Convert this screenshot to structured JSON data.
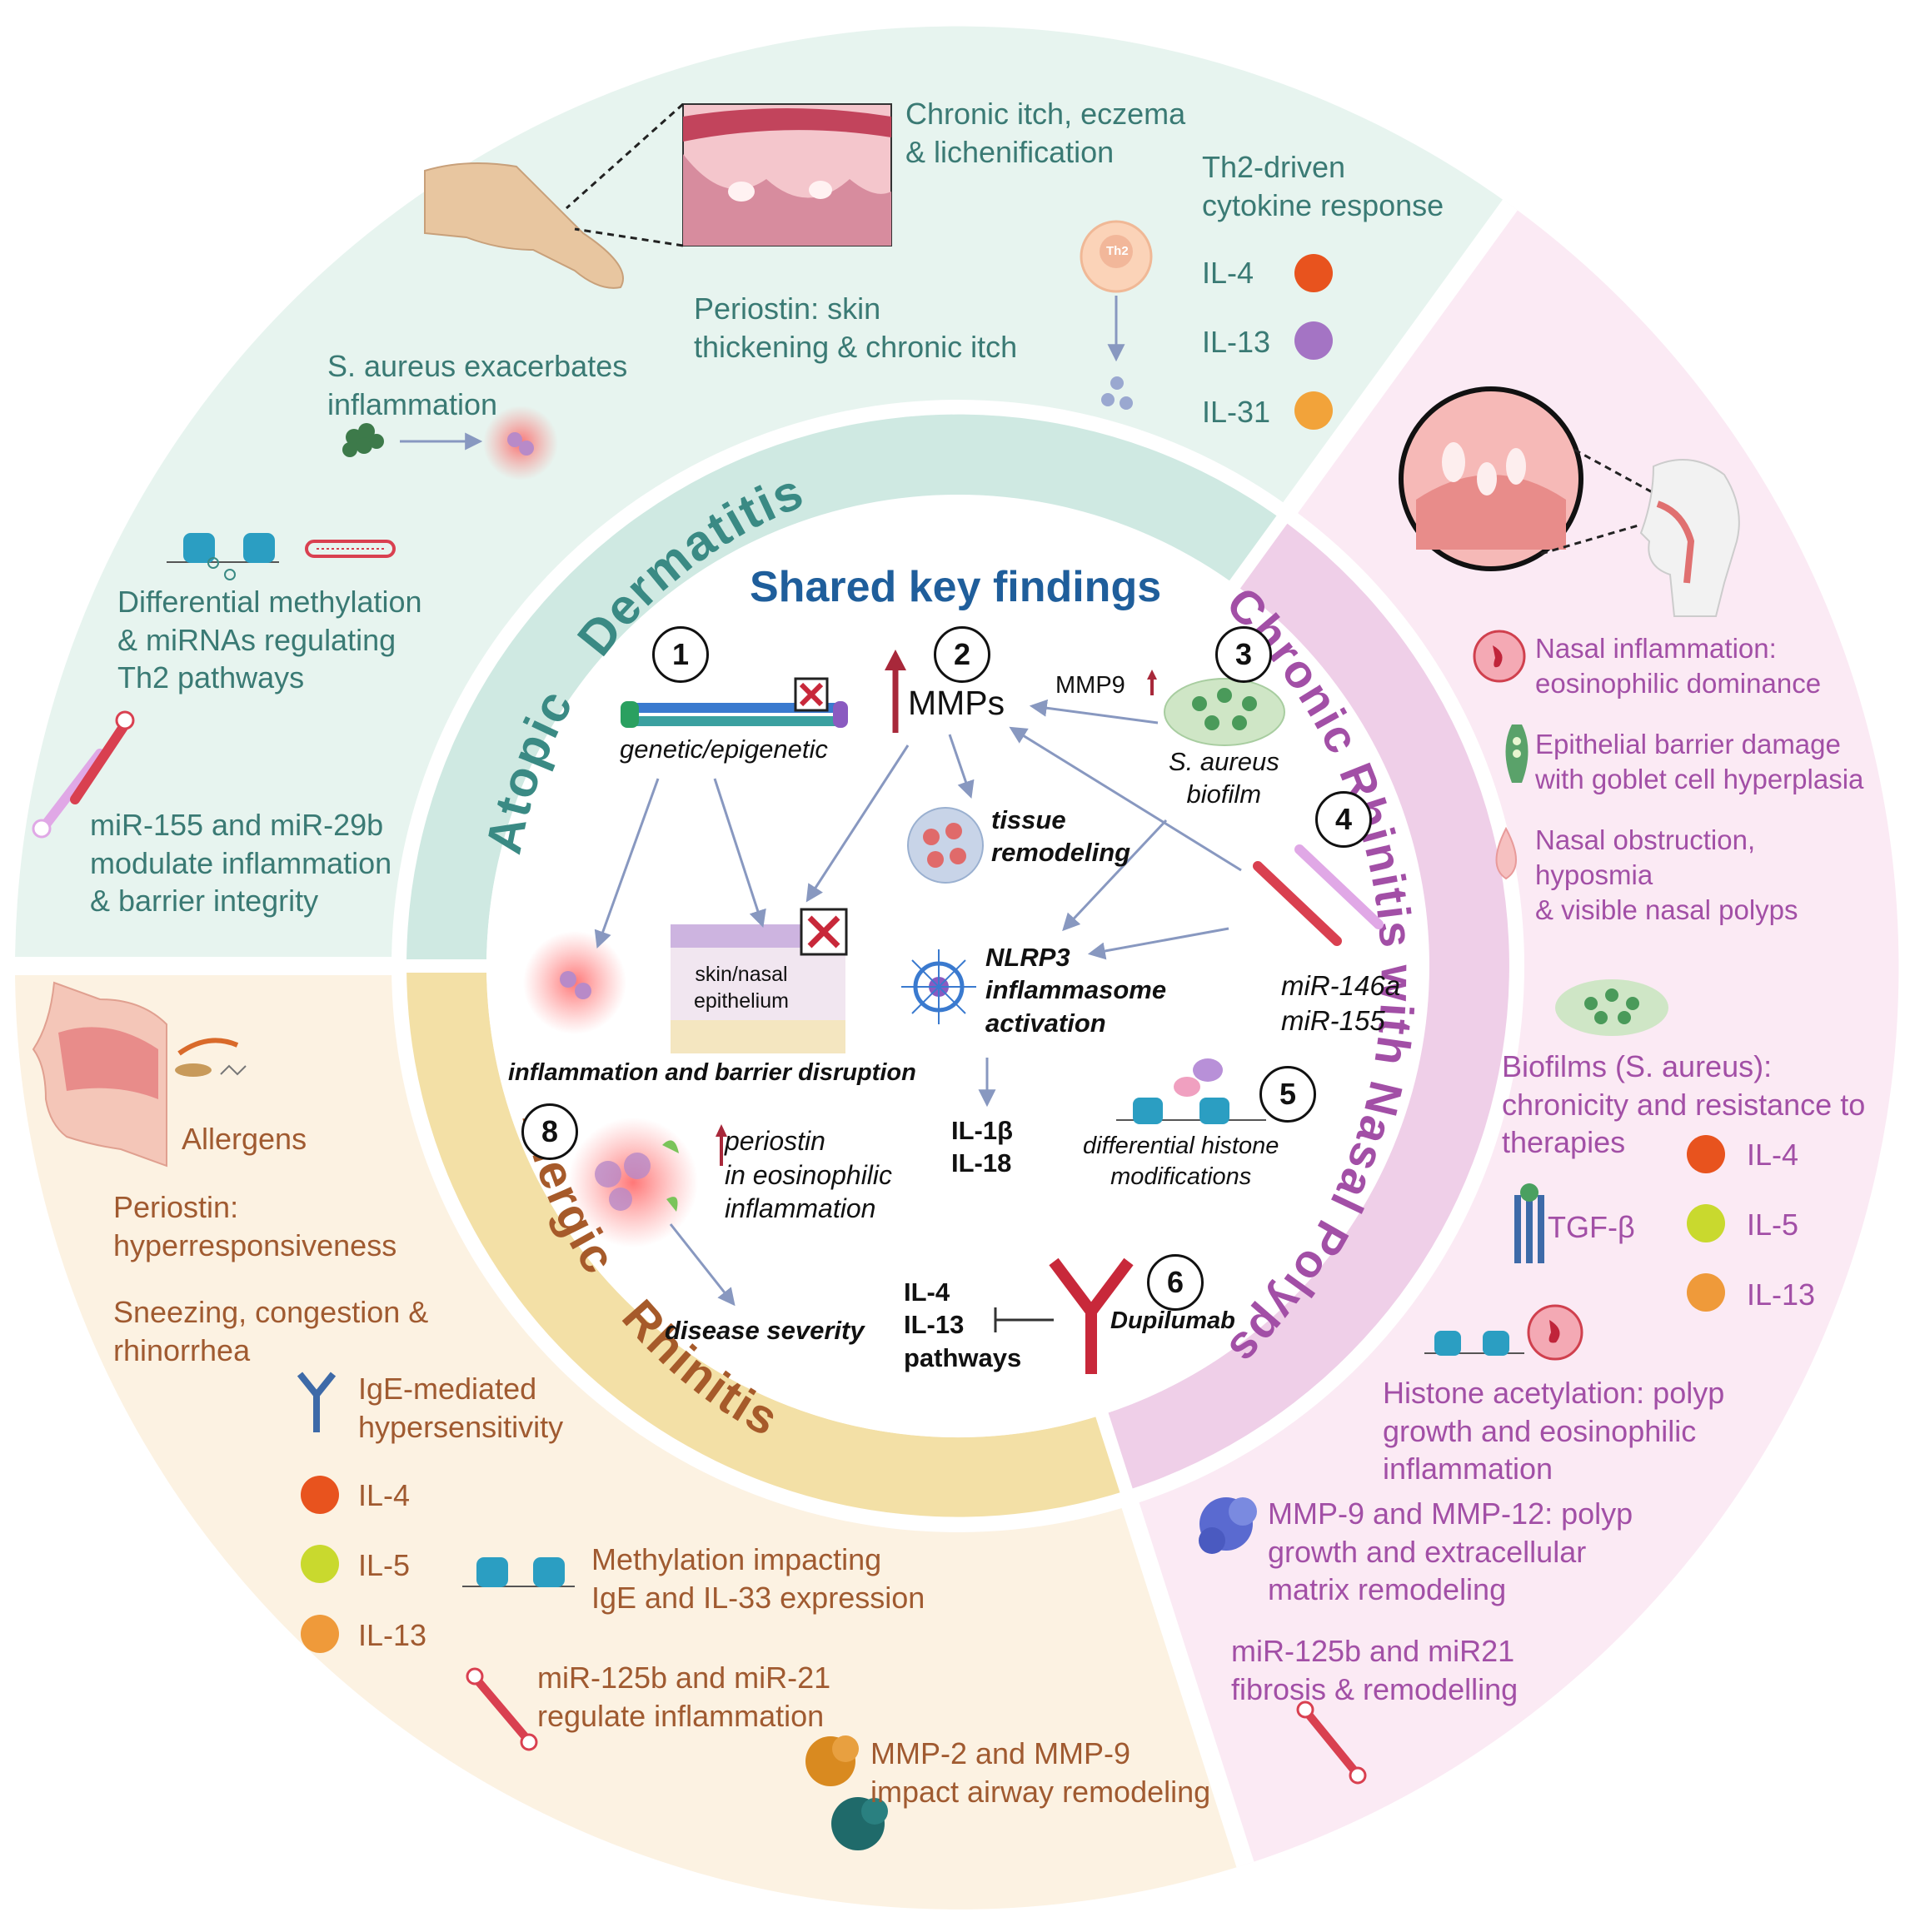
{
  "title": "Shared key findings",
  "rings": {
    "atopic_1": "Atopic",
    "atopic_2": "Dermatitis",
    "crswnp": "Chronic Rhinitis with Nasal Polyps",
    "allergic_1": "Alergic",
    "allergic_2": "Rhinitis"
  },
  "colors": {
    "atopic_bg": "#e7f4ef",
    "atopic_ring": "#cfe9e2",
    "atopic_text": "#3a7a74",
    "crswnp_bg": "#fbeaf4",
    "crswnp_ring": "#efcfe8",
    "crswnp_text": "#a24fa6",
    "allergic_bg": "#fcf2e2",
    "allergic_ring": "#f3e0a6",
    "allergic_text": "#a05a30",
    "title": "#1f5e9b",
    "il4": "#e8531e",
    "il13_purple": "#a474c4",
    "il31": "#f2a33a",
    "il5": "#c9d92e",
    "il13_orange": "#ef9a3a"
  },
  "atopic": {
    "itch": "Chronic itch, eczema\n& lichenification",
    "th2": "Th2-driven\ncytokine response",
    "th2_cell": "Th2",
    "cytokines": [
      "IL-4",
      "IL-13",
      "IL-31"
    ],
    "periostin": "Periostin: skin\nthickening & chronic itch",
    "saureus": "S. aureus exacerbates\ninflammation",
    "methylation": "Differential methylation\n& miRNAs regulating\nTh2 pathways",
    "mirna": "miR-155 and miR-29b\nmodulate inflammation\n& barrier integrity"
  },
  "crswnp": {
    "nasal_inflammation": "Nasal inflammation:\neosinophilic dominance",
    "barrier": "Epithelial barrier damage\nwith goblet cell hyperplasia",
    "obstruction": "Nasal obstruction,\nhyposmia\n& visible nasal polyps",
    "biofilms": "Biofilms (S. aureus):\nchronicity and resistance to\ntherapies",
    "cytokines": [
      "IL-4",
      "IL-5",
      "IL-13"
    ],
    "tgf": "TGF-β",
    "histone": "Histone acetylation: polyp\ngrowth and eosinophilic\ninflammation",
    "mmp": "MMP-9 and MMP-12: polyp\ngrowth and extracellular\nmatrix remodeling",
    "mirna": "miR-125b and miR21\nfibrosis & remodelling"
  },
  "allergic": {
    "allergens": "Allergens",
    "periostin": "Periostin:\nhyperresponsiveness",
    "symptoms": "Sneezing, congestion &\nrhinorrhea",
    "ige": "IgE-mediated\nhypersensitivity",
    "cytokines": [
      "IL-4",
      "IL-5",
      "IL-13"
    ],
    "methylation": "Methylation impacting\nIgE and IL-33 expression",
    "mirna": "miR-125b and miR-21\nregulate inflammation",
    "mmp": "MMP-2 and MMP-9\nimpact airway remodeling"
  },
  "center": {
    "n1": "1",
    "n2": "2",
    "n3": "3",
    "n4": "4",
    "n5": "5",
    "n6": "6",
    "n8": "8",
    "genetic": "genetic/epigenetic",
    "mmps": "MMPs",
    "mmp9": "MMP9",
    "biofilm": "S. aureus\nbiofilm",
    "tissue": "tissue\nremodeling",
    "mirnas": "miR-146a\nmiR-155",
    "epithelium": "skin/nasal\nepithelium",
    "nlrp3": "NLRP3\ninflammasome\nactivation",
    "inflammation_barrier": "inflammation and barrier disruption",
    "il1": "IL-1β\nIL-18",
    "histone": "differential histone\nmodifications",
    "periostin": "periostin\nin eosinophilic\ninflammation",
    "severity": "disease severity",
    "pathways": "IL-4\nIL-13\npathways",
    "dupilumab": "Dupilumab"
  }
}
